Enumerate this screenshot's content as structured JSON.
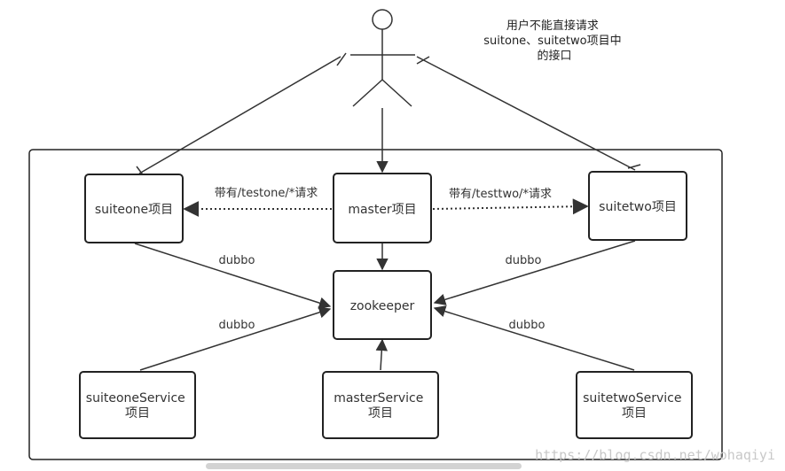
{
  "actor": {
    "note_lines": [
      "用户不能直接请求",
      "suitone、suitetwo项目中",
      "的接口"
    ]
  },
  "nodes": {
    "suiteone": {
      "lines": [
        "suiteone项目"
      ]
    },
    "master": {
      "lines": [
        "master项目"
      ]
    },
    "suitetwo": {
      "lines": [
        "suitetwo项目"
      ]
    },
    "zookeeper": {
      "lines": [
        "zookeeper"
      ]
    },
    "suiteoneService": {
      "lines": [
        "suiteoneService",
        "项目"
      ]
    },
    "masterService": {
      "lines": [
        "masterService",
        "项目"
      ]
    },
    "suitetwoService": {
      "lines": [
        "suitetwoService",
        "项目"
      ]
    }
  },
  "edges": {
    "master_to_suiteone": "带有/testone/*请求",
    "master_to_suitetwo": "带有/testtwo/*请求",
    "suiteone_to_zk": "dubbo",
    "suitetwo_to_zk": "dubbo",
    "suiteoneService_to_zk": "dubbo",
    "suitetwoService_to_zk": "dubbo"
  },
  "watermark": "https://blog.csdn.net/wohaqiyi",
  "colors": {
    "line": "#333333",
    "box_border": "#222222",
    "background": "#ffffff"
  }
}
